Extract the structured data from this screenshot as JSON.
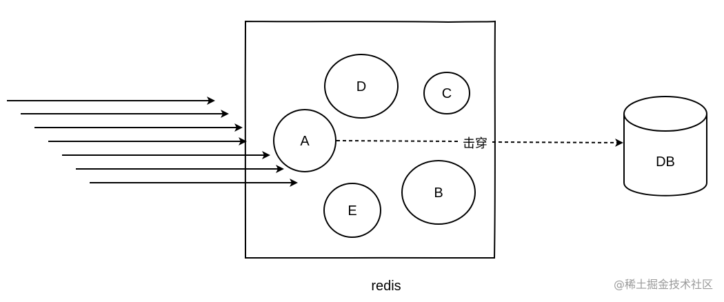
{
  "diagram": {
    "container_label": "redis",
    "nodes": {
      "a": "A",
      "b": "B",
      "c": "C",
      "d": "D",
      "e": "E"
    },
    "db_label": "DB",
    "edge_label": "击穿"
  },
  "watermark": "@稀土掘金技术社区"
}
